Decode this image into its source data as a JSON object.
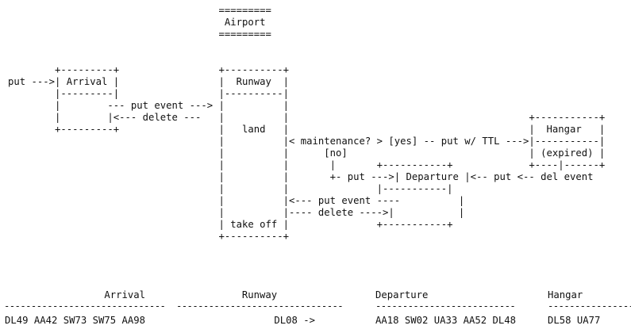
{
  "diagram": {
    "ascii": "                                           =========\n                                            Airport\n                                           =========\n\n\n           +---------+                     +----------+\nput --->| Arrival |                     |  Runway  |\n           |---------|                     |----------|\n           |          --- put event --->|          |\n           |         |<--- delete ---|          |\n           +---------+                     |   land   |\n                                           |          |< maintenance? > [yes] -- put w/ TTL --->|-----------|\n                                           |          |     [no]                                     | (expired) |\n                                           |          |       |                +-----------+             +----|------+\n                                           |          |       +- put --->| Departure |<-- put <-- del event\n                                           |          |                        |-----------|\n                                           |          |<--- put event ----                |\n                                           |          |---- delete ---->|                  |\n                                           | take off |                        +-----------+\n                                           +----------+"
  },
  "columns": [
    {
      "title": "Arrival",
      "items": "DL49 AA42 SW73 SW75 AA98"
    },
    {
      "title": "Runway",
      "items": "DL08 ->"
    },
    {
      "title": "Departure",
      "items": "AA18 SW02 UA33 AA52 DL48"
    },
    {
      "title": "Hangar",
      "items": "DL58 UA77"
    }
  ]
}
